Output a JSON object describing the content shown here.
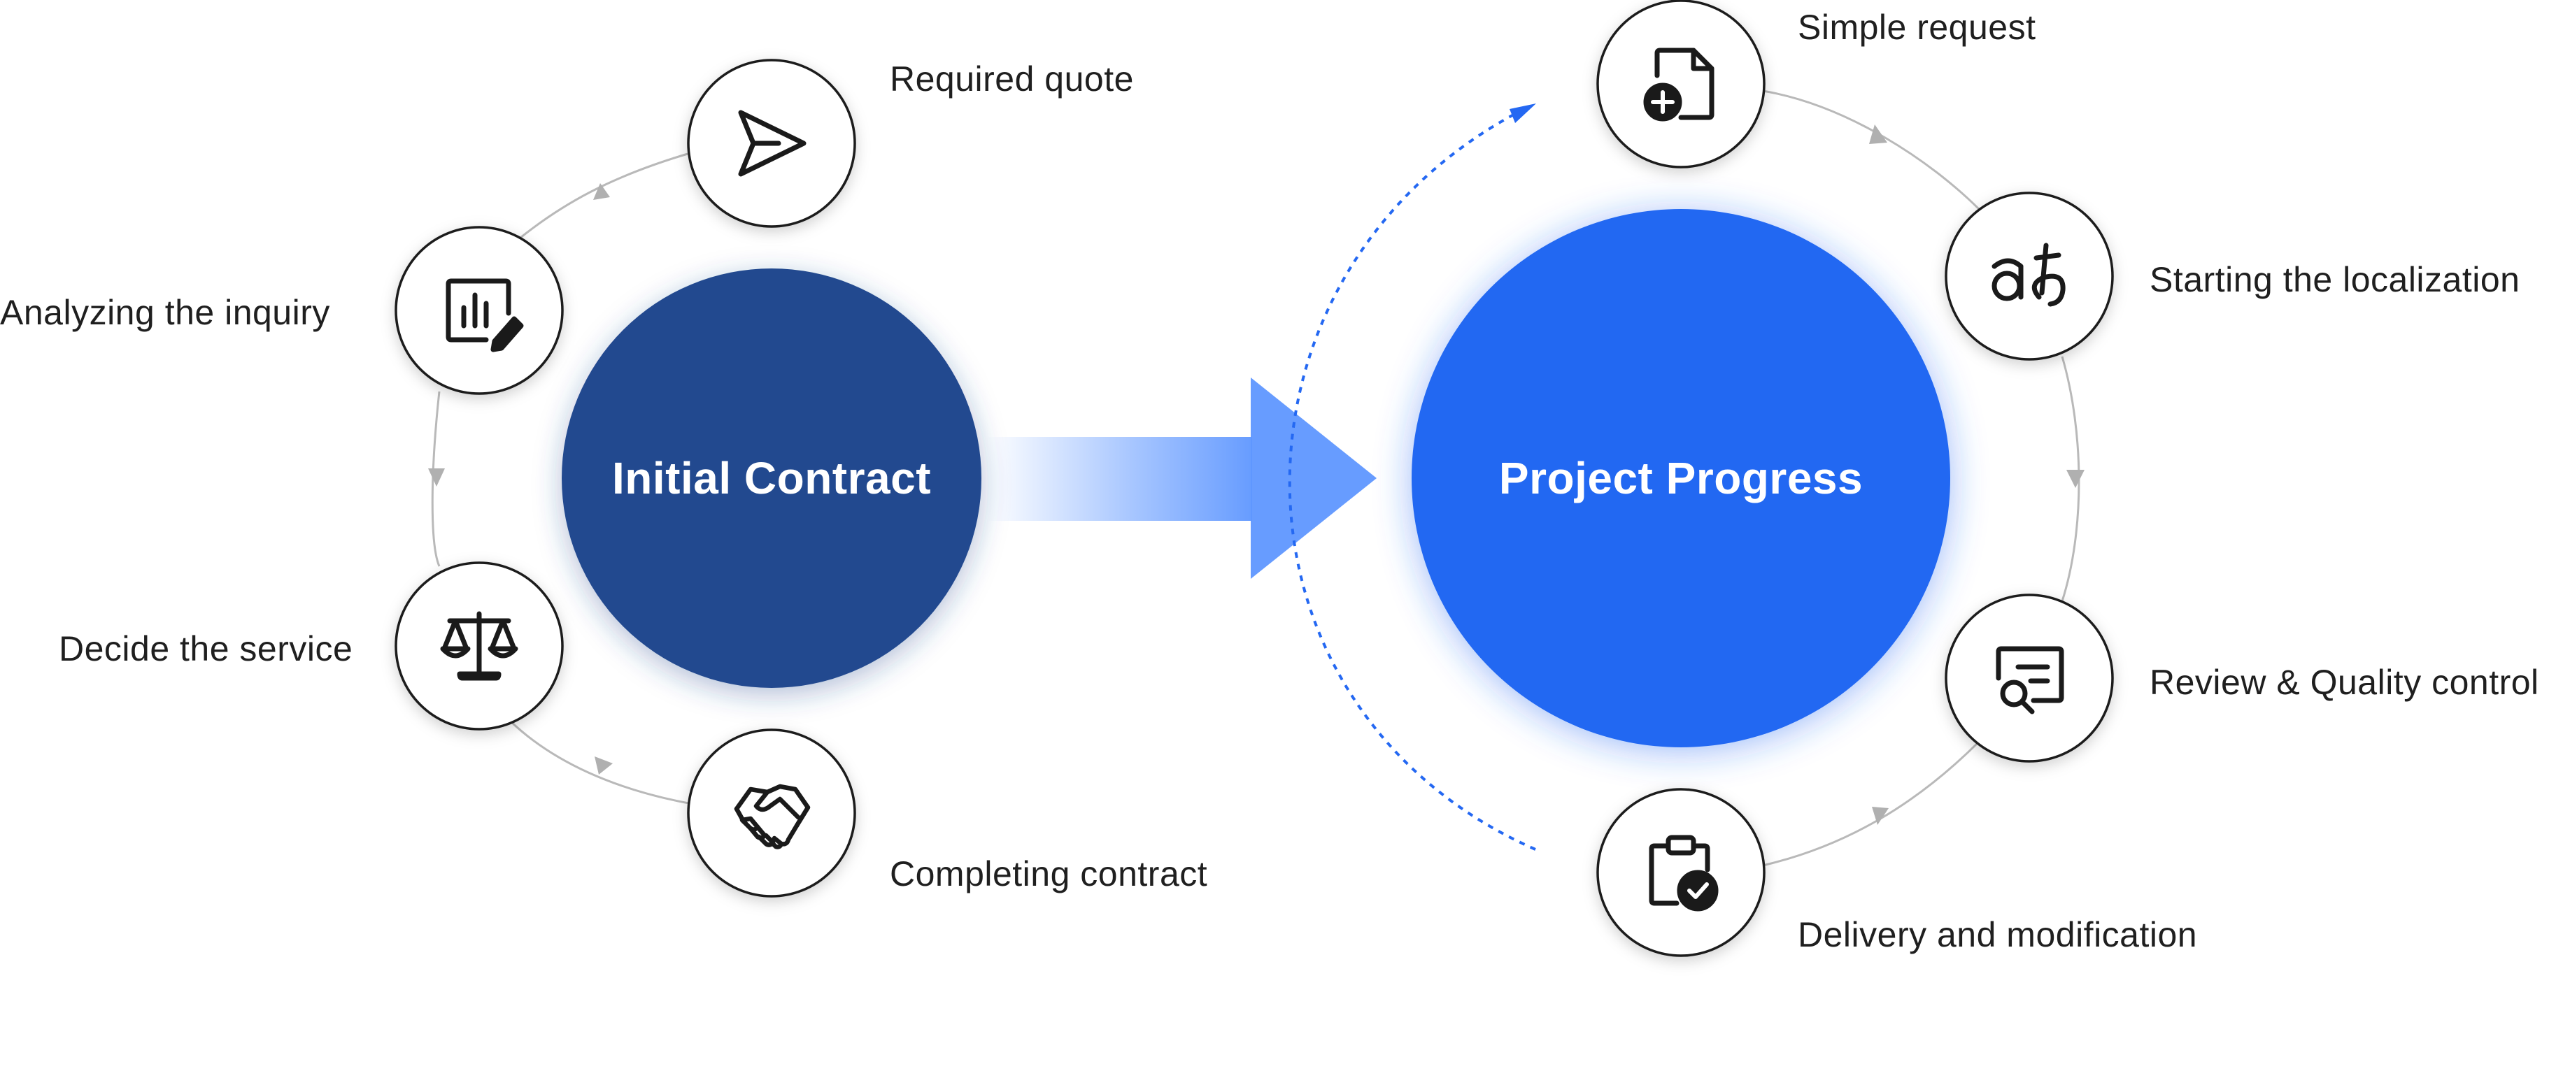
{
  "left_cycle": {
    "hub_label": "Initial Contract",
    "hub_color": "#24498f",
    "steps": [
      {
        "label": "Required quote",
        "icon": "send-icon"
      },
      {
        "label": "Analyzing the inquiry",
        "icon": "report-edit-icon"
      },
      {
        "label": "Decide the service",
        "icon": "scales-icon"
      },
      {
        "label": "Completing contract",
        "icon": "handshake-icon"
      }
    ]
  },
  "right_cycle": {
    "hub_label": "Project Progress",
    "hub_color": "#2468f2",
    "steps": [
      {
        "label": "Simple request",
        "icon": "file-add-icon"
      },
      {
        "label": "Starting the localization",
        "icon": "translate-icon"
      },
      {
        "label": "Review & Quality control",
        "icon": "review-search-icon"
      },
      {
        "label": "Delivery and modification",
        "icon": "clipboard-check-icon"
      }
    ]
  },
  "colors": {
    "transition_arrow": "#5f97ff",
    "loop_arrow": "#2468f2",
    "connector": "#b9b9b9",
    "icon_stroke": "#1a1a1a"
  }
}
